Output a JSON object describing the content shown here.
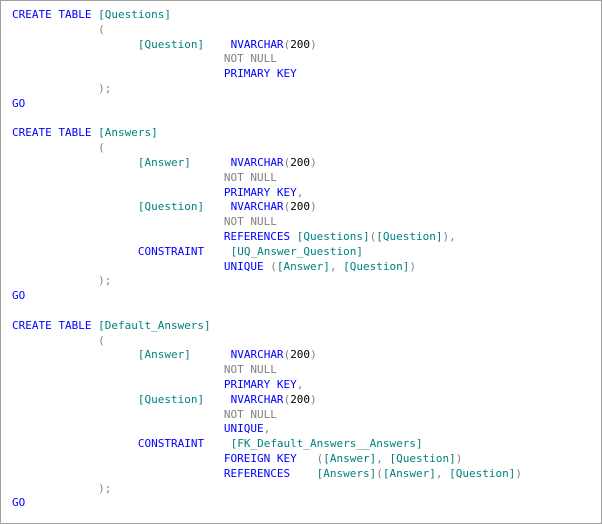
{
  "editor": {
    "lines": [
      [
        {
          "t": "CREATE TABLE ",
          "c": "kw"
        },
        {
          "t": "[Questions]",
          "c": "id"
        }
      ],
      [
        {
          "t": "             (",
          "c": "gr"
        }
      ],
      [
        {
          "t": "                   ",
          "c": "nm"
        },
        {
          "t": "[Question]",
          "c": "id"
        },
        {
          "t": "    ",
          "c": "nm"
        },
        {
          "t": "NVARCHAR",
          "c": "kw"
        },
        {
          "t": "(",
          "c": "gr"
        },
        {
          "t": "200",
          "c": "nm"
        },
        {
          "t": ")",
          "c": "gr"
        }
      ],
      [
        {
          "t": "                                ",
          "c": "nm"
        },
        {
          "t": "NOT NULL",
          "c": "gr"
        }
      ],
      [
        {
          "t": "                                ",
          "c": "nm"
        },
        {
          "t": "PRIMARY KEY",
          "c": "kw"
        }
      ],
      [
        {
          "t": "             );",
          "c": "gr"
        }
      ],
      [
        {
          "t": "GO",
          "c": "kw"
        }
      ],
      [
        {
          "t": "",
          "c": "nm"
        }
      ],
      [
        {
          "t": "CREATE TABLE ",
          "c": "kw"
        },
        {
          "t": "[Answers]",
          "c": "id"
        }
      ],
      [
        {
          "t": "             (",
          "c": "gr"
        }
      ],
      [
        {
          "t": "                   ",
          "c": "nm"
        },
        {
          "t": "[Answer]",
          "c": "id"
        },
        {
          "t": "      ",
          "c": "nm"
        },
        {
          "t": "NVARCHAR",
          "c": "kw"
        },
        {
          "t": "(",
          "c": "gr"
        },
        {
          "t": "200",
          "c": "nm"
        },
        {
          "t": ")",
          "c": "gr"
        }
      ],
      [
        {
          "t": "                                ",
          "c": "nm"
        },
        {
          "t": "NOT NULL",
          "c": "gr"
        }
      ],
      [
        {
          "t": "                                ",
          "c": "nm"
        },
        {
          "t": "PRIMARY KEY",
          "c": "kw"
        },
        {
          "t": ",",
          "c": "gr"
        }
      ],
      [
        {
          "t": "                   ",
          "c": "nm"
        },
        {
          "t": "[Question]",
          "c": "id"
        },
        {
          "t": "    ",
          "c": "nm"
        },
        {
          "t": "NVARCHAR",
          "c": "kw"
        },
        {
          "t": "(",
          "c": "gr"
        },
        {
          "t": "200",
          "c": "nm"
        },
        {
          "t": ")",
          "c": "gr"
        }
      ],
      [
        {
          "t": "                                ",
          "c": "nm"
        },
        {
          "t": "NOT NULL",
          "c": "gr"
        }
      ],
      [
        {
          "t": "                                ",
          "c": "nm"
        },
        {
          "t": "REFERENCES ",
          "c": "kw"
        },
        {
          "t": "[Questions]",
          "c": "id"
        },
        {
          "t": "(",
          "c": "gr"
        },
        {
          "t": "[Question]",
          "c": "id"
        },
        {
          "t": "),",
          "c": "gr"
        }
      ],
      [
        {
          "t": "                   ",
          "c": "nm"
        },
        {
          "t": "CONSTRAINT",
          "c": "kw"
        },
        {
          "t": "    ",
          "c": "nm"
        },
        {
          "t": "[UQ_Answer_Question]",
          "c": "id"
        }
      ],
      [
        {
          "t": "                                ",
          "c": "nm"
        },
        {
          "t": "UNIQUE ",
          "c": "kw"
        },
        {
          "t": "(",
          "c": "gr"
        },
        {
          "t": "[Answer]",
          "c": "id"
        },
        {
          "t": ", ",
          "c": "gr"
        },
        {
          "t": "[Question]",
          "c": "id"
        },
        {
          "t": ")",
          "c": "gr"
        }
      ],
      [
        {
          "t": "             );",
          "c": "gr"
        }
      ],
      [
        {
          "t": "GO",
          "c": "kw"
        }
      ],
      [
        {
          "t": "",
          "c": "nm"
        }
      ],
      [
        {
          "t": "CREATE TABLE ",
          "c": "kw"
        },
        {
          "t": "[Default_Answers]",
          "c": "id"
        }
      ],
      [
        {
          "t": "             (",
          "c": "gr"
        }
      ],
      [
        {
          "t": "                   ",
          "c": "nm"
        },
        {
          "t": "[Answer]",
          "c": "id"
        },
        {
          "t": "      ",
          "c": "nm"
        },
        {
          "t": "NVARCHAR",
          "c": "kw"
        },
        {
          "t": "(",
          "c": "gr"
        },
        {
          "t": "200",
          "c": "nm"
        },
        {
          "t": ")",
          "c": "gr"
        }
      ],
      [
        {
          "t": "                                ",
          "c": "nm"
        },
        {
          "t": "NOT NULL",
          "c": "gr"
        }
      ],
      [
        {
          "t": "                                ",
          "c": "nm"
        },
        {
          "t": "PRIMARY KEY",
          "c": "kw"
        },
        {
          "t": ",",
          "c": "gr"
        }
      ],
      [
        {
          "t": "                   ",
          "c": "nm"
        },
        {
          "t": "[Question]",
          "c": "id"
        },
        {
          "t": "    ",
          "c": "nm"
        },
        {
          "t": "NVARCHAR",
          "c": "kw"
        },
        {
          "t": "(",
          "c": "gr"
        },
        {
          "t": "200",
          "c": "nm"
        },
        {
          "t": ")",
          "c": "gr"
        }
      ],
      [
        {
          "t": "                                ",
          "c": "nm"
        },
        {
          "t": "NOT NULL",
          "c": "gr"
        }
      ],
      [
        {
          "t": "                                ",
          "c": "nm"
        },
        {
          "t": "UNIQUE",
          "c": "kw"
        },
        {
          "t": ",",
          "c": "gr"
        }
      ],
      [
        {
          "t": "                   ",
          "c": "nm"
        },
        {
          "t": "CONSTRAINT",
          "c": "kw"
        },
        {
          "t": "    ",
          "c": "nm"
        },
        {
          "t": "[FK_Default_Answers__Answers]",
          "c": "id"
        }
      ],
      [
        {
          "t": "                                ",
          "c": "nm"
        },
        {
          "t": "FOREIGN KEY",
          "c": "kw"
        },
        {
          "t": "   ",
          "c": "nm"
        },
        {
          "t": "(",
          "c": "gr"
        },
        {
          "t": "[Answer]",
          "c": "id"
        },
        {
          "t": ", ",
          "c": "gr"
        },
        {
          "t": "[Question]",
          "c": "id"
        },
        {
          "t": ")",
          "c": "gr"
        }
      ],
      [
        {
          "t": "                                ",
          "c": "nm"
        },
        {
          "t": "REFERENCES",
          "c": "kw"
        },
        {
          "t": "    ",
          "c": "nm"
        },
        {
          "t": "[Answers]",
          "c": "id"
        },
        {
          "t": "(",
          "c": "gr"
        },
        {
          "t": "[Answer]",
          "c": "id"
        },
        {
          "t": ", ",
          "c": "gr"
        },
        {
          "t": "[Question]",
          "c": "id"
        },
        {
          "t": ")",
          "c": "gr"
        }
      ],
      [
        {
          "t": "             );",
          "c": "gr"
        }
      ],
      [
        {
          "t": "GO",
          "c": "kw"
        }
      ]
    ]
  },
  "colors": {
    "keyword": "#0000ff",
    "identifier": "#008080",
    "punctuation": "#808080",
    "number": "#000000",
    "border": "#a0a0a0",
    "background": "#ffffff"
  }
}
